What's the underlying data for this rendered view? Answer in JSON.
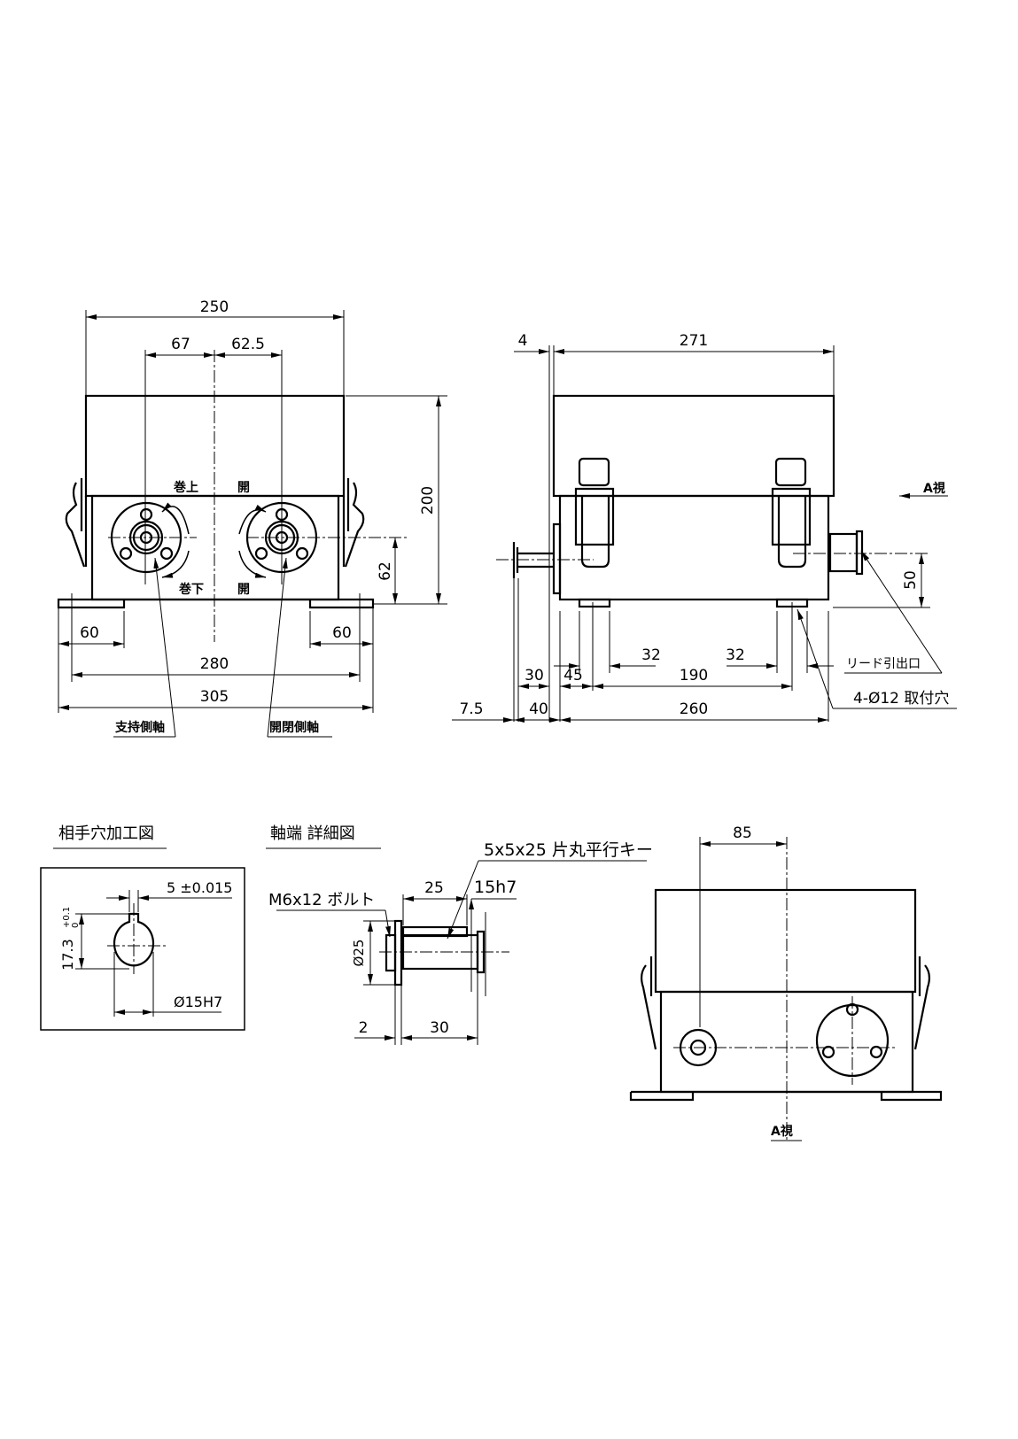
{
  "front_view": {
    "dims": {
      "width": "250",
      "left_offset": "67",
      "right_offset": "62.5",
      "height": "200",
      "shaft_height": "62",
      "foot_left": "60",
      "foot_right": "60",
      "hole_pitch": "280",
      "base_width": "305"
    },
    "arrows": {
      "wind_up": "巻上",
      "wind_down": "巻下",
      "open_top": "開",
      "open_bottom": "開"
    },
    "labels": {
      "support_shaft": "支持側軸",
      "open_close_shaft": "開閉側軸"
    }
  },
  "side_view": {
    "dims": {
      "flange": "4",
      "length": "271",
      "lead_height": "50",
      "foot_a": "32",
      "foot_b": "32",
      "shaft_len": "30",
      "foot_offset": "45",
      "hole_pitch": "190",
      "shaft_tip": "7.5",
      "shaft_total": "40",
      "base_length": "260"
    },
    "labels": {
      "view_a": "A視",
      "lead_outlet": "リード引出口",
      "mount_holes": "4-Ø12 取付穴"
    }
  },
  "mating_hole": {
    "title": "相手穴加工図",
    "dims": {
      "key_width": "5 ±0.015",
      "key_depth": "17.3",
      "key_tol": "+0.1",
      "key_tol_low": "0",
      "bore": "Ø15H7"
    }
  },
  "shaft_end": {
    "title": "軸端 詳細図",
    "labels": {
      "key": "5x5x25 片丸平行キー",
      "bolt": "M6x12 ボルト"
    },
    "dims": {
      "key_len": "25",
      "shaft_fit": "15h7",
      "collar_dia": "Ø25",
      "gap": "2",
      "length": "30"
    }
  },
  "a_view": {
    "dims": {
      "offset": "85"
    },
    "labels": {
      "title": "A視"
    }
  }
}
